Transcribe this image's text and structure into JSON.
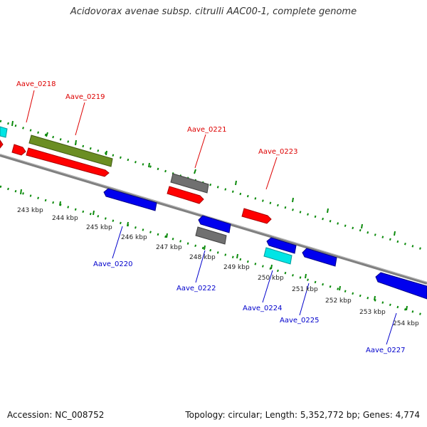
{
  "title": "Acidovorax avenae subsp. citrulli AAC00-1, complete genome",
  "footer": {
    "accession": "Accession: NC_008752",
    "topology": "Topology: circular; Length: 5,352,772 bp; Genes: 4,774"
  },
  "colors": {
    "backbone": "#808080",
    "ticks": "#0a8a0a",
    "forward_label": "#dd0000",
    "reverse_label": "#0000cc",
    "red_gene": "#ff0000",
    "blue_gene": "#0000ee",
    "olive_gene": "#6b8e23",
    "gray_gene": "#707070",
    "cyan_gene": "#00e5e5"
  },
  "kbp_labels": [
    "243 kbp",
    "244 kbp",
    "245 kbp",
    "246 kbp",
    "247 kbp",
    "248 kbp",
    "249 kbp",
    "250 kbp",
    "251 kbp",
    "252 kbp",
    "253 kbp",
    "254 kbp"
  ],
  "gene_labels": {
    "forward": [
      "Aave_0218",
      "Aave_0219",
      "Aave_0221",
      "Aave_0223"
    ],
    "reverse": [
      "Aave_0220",
      "Aave_0222",
      "Aave_0224",
      "Aave_0225",
      "Aave_0227"
    ]
  }
}
